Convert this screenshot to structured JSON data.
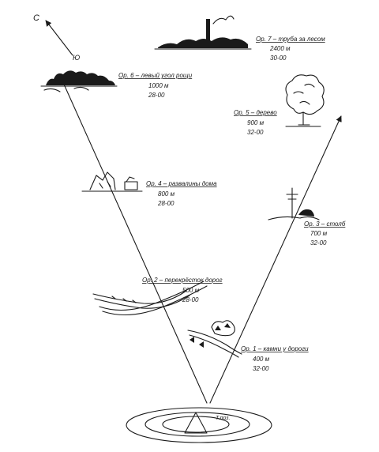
{
  "compass": {
    "north": "С",
    "south": "Ю"
  },
  "position": {
    "label": "Т.поз."
  },
  "landmarks": [
    {
      "id": "lm7",
      "title": "Ор. 7 – труба за лесом",
      "distance": "2400 м",
      "azimuth": "30-00"
    },
    {
      "id": "lm6",
      "title": "Ор. 6 – левый угол рощи",
      "distance": "1000 м",
      "azimuth": "28-00"
    },
    {
      "id": "lm5",
      "title": "Ор. 5 – дерево",
      "distance": "900 м",
      "azimuth": "32-00"
    },
    {
      "id": "lm4",
      "title": "Ор. 4 – развалины дома",
      "distance": "800 м",
      "azimuth": "28-00"
    },
    {
      "id": "lm3",
      "title": "Ор. 3 – столб",
      "distance": "700 м",
      "azimuth": "32-00"
    },
    {
      "id": "lm2",
      "title": "Ор. 2 – перекрёсток дорог",
      "distance": "500 м",
      "azimuth": "28-00"
    },
    {
      "id": "lm1",
      "title": "Ор. 1 – камни у дороги",
      "distance": "400 м",
      "azimuth": "32-00"
    }
  ]
}
